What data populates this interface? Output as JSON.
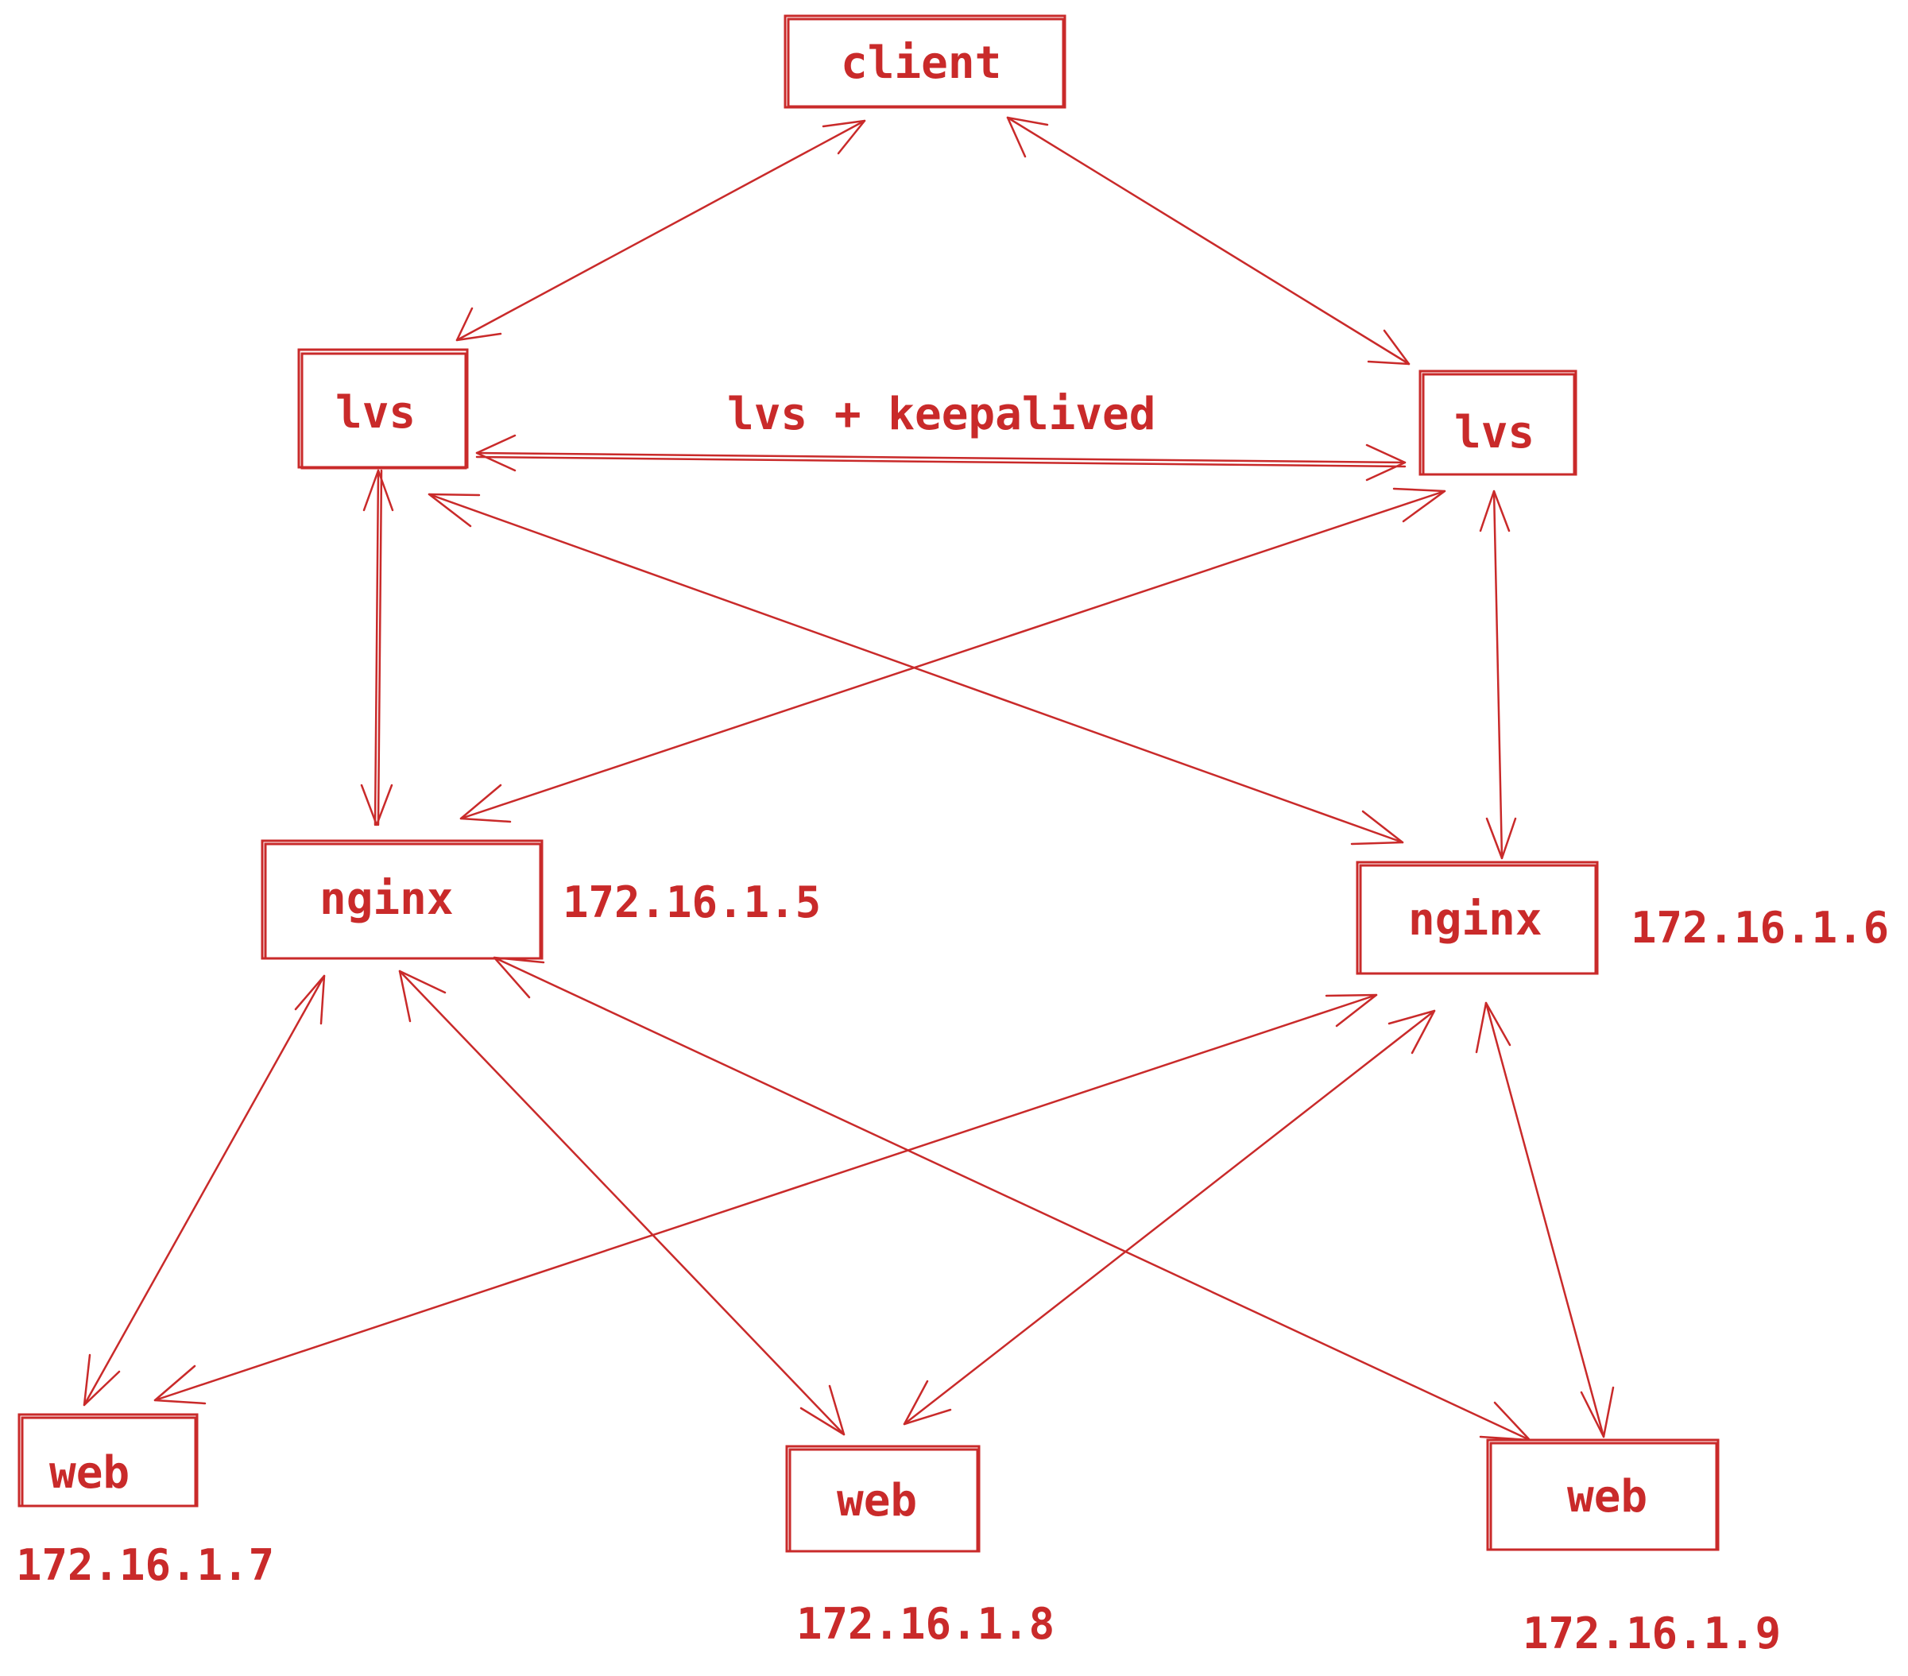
{
  "diagram": {
    "nodes": {
      "client": {
        "label": "client"
      },
      "lvs1": {
        "label": "lvs"
      },
      "lvs2": {
        "label": "lvs"
      },
      "nginx1": {
        "label": "nginx",
        "ip": "172.16.1.5"
      },
      "nginx2": {
        "label": "nginx",
        "ip": "172.16.1.6"
      },
      "web1": {
        "label": "web",
        "ip": "172.16.1.7"
      },
      "web2": {
        "label": "web",
        "ip": "172.16.1.8"
      },
      "web3": {
        "label": "web",
        "ip": "172.16.1.9"
      }
    },
    "edge_label": "lvs + keepalived",
    "edges": [
      {
        "from": "client",
        "to": "lvs1",
        "direction": "both"
      },
      {
        "from": "client",
        "to": "lvs2",
        "direction": "both"
      },
      {
        "from": "lvs1",
        "to": "lvs2",
        "direction": "both"
      },
      {
        "from": "lvs1",
        "to": "nginx1",
        "direction": "both"
      },
      {
        "from": "lvs1",
        "to": "nginx2",
        "direction": "both"
      },
      {
        "from": "lvs2",
        "to": "nginx1",
        "direction": "both"
      },
      {
        "from": "lvs2",
        "to": "nginx2",
        "direction": "both"
      },
      {
        "from": "nginx1",
        "to": "web1",
        "direction": "both"
      },
      {
        "from": "nginx1",
        "to": "web2",
        "direction": "both"
      },
      {
        "from": "nginx1",
        "to": "web3",
        "direction": "both"
      },
      {
        "from": "nginx2",
        "to": "web1",
        "direction": "both"
      },
      {
        "from": "nginx2",
        "to": "web2",
        "direction": "both"
      },
      {
        "from": "nginx2",
        "to": "web3",
        "direction": "both"
      }
    ],
    "color": "#c92a2a"
  }
}
